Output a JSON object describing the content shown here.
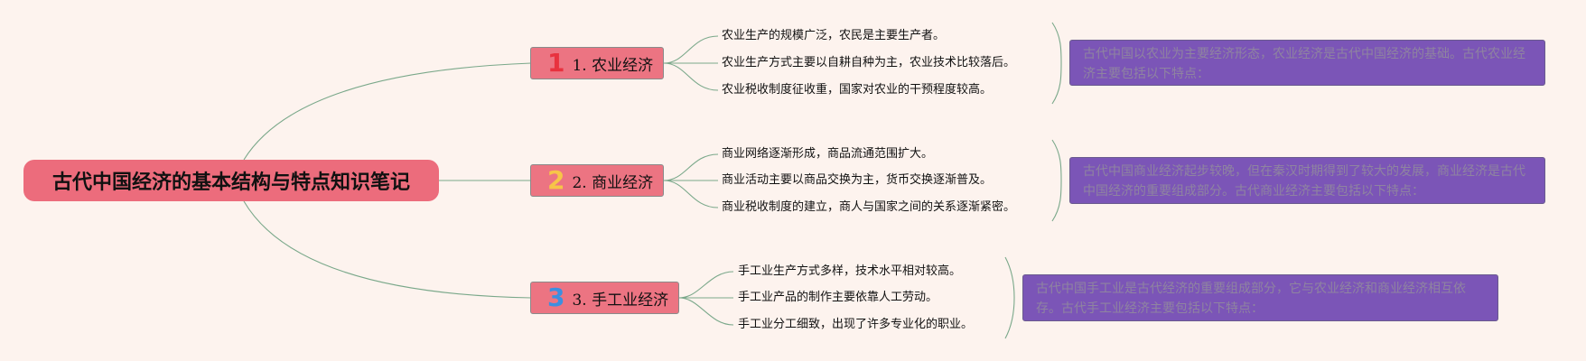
{
  "root": {
    "title": "古代中国经济的基本结构与特点知识笔记"
  },
  "branches": [
    {
      "number": "1",
      "label": "1. 农业经济",
      "number_color": "#e8323f",
      "leaves": [
        "农业生产的规模广泛，农民是主要生产者。",
        "农业生产方式主要以自耕自种为主，农业技术比较落后。",
        "农业税收制度征收重，国家对农业的干预程度较高。"
      ],
      "summary": "古代中国以农业为主要经济形态，农业经济是古代中国经济的基础。古代农业经济主要包括以下特点："
    },
    {
      "number": "2",
      "label": "2. 商业经济",
      "number_color": "#f7c548",
      "leaves": [
        "商业网络逐渐形成，商品流通范围扩大。",
        "商业活动主要以商品交换为主，货币交换逐渐普及。",
        "商业税收制度的建立，商人与国家之间的关系逐渐紧密。"
      ],
      "summary": "古代中国商业经济起步较晚，但在秦汉时期得到了较大的发展，商业经济是古代中国经济的重要组成部分。古代商业经济主要包括以下特点："
    },
    {
      "number": "3",
      "label": "3. 手工业经济",
      "number_color": "#3d8fe0",
      "leaves": [
        "手工业生产方式多样，技术水平相对较高。",
        "手工业产品的制作主要依靠人工劳动。",
        "手工业分工细致，出现了许多专业化的职业。"
      ],
      "summary": "古代中国手工业是古代经济的重要组成部分，它与农业经济和商业经济相互依存。古代手工业经济主要包括以下特点："
    }
  ],
  "colors": {
    "background": "#fdf3ee",
    "root_fill": "#ec6c7c",
    "branch_fill": "#ec7482",
    "summary_fill": "#7b55b7",
    "connector": "#7aa88a"
  }
}
